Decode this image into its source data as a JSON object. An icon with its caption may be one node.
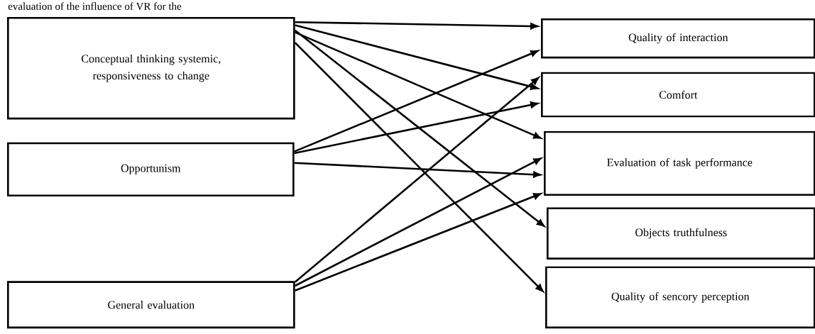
{
  "diagram": {
    "nodes": [
      {
        "text": [
          "Conceptual thinking systemic, responsiveness to change"
        ]
      },
      {
        "text": [
          "Opportunism"
        ]
      },
      {
        "text": [
          "General evaluation"
        ]
      },
      {
        "text": [
          "Quality of interaction"
        ]
      },
      {
        "text": [
          "Comfort"
        ]
      },
      {
        "text": [
          "Evaluation of task performance"
        ]
      },
      {
        "text": [
          "Objects truthfulness"
        ]
      },
      {
        "text": [
          "Quality of sencory perception"
        ]
      }
    ],
    "edges": [
      {
        "from": 0,
        "to": 3,
        "arrow": "to"
      },
      {
        "from": 0,
        "to": 4,
        "arrow": "to"
      },
      {
        "from": 0,
        "to": 5,
        "arrow": "to"
      },
      {
        "from": 0,
        "to": 6,
        "arrow": "to"
      },
      {
        "from": 0,
        "to": 7,
        "arrow": "to"
      },
      {
        "from": 1,
        "to": 3,
        "arrow": "to"
      },
      {
        "from": 1,
        "to": 4,
        "arrow": "to"
      },
      {
        "from": 1,
        "to": 5,
        "arrow": "to"
      },
      {
        "from": 2,
        "to": 4,
        "arrow": "to"
      },
      {
        "from": 2,
        "to": 5,
        "arrow": "to"
      },
      {
        "from": 2,
        "to": 5,
        "arrow": "to"
      }
    ],
    "labels": [
      "evaluation of the influence of VR for the"
    ]
  }
}
